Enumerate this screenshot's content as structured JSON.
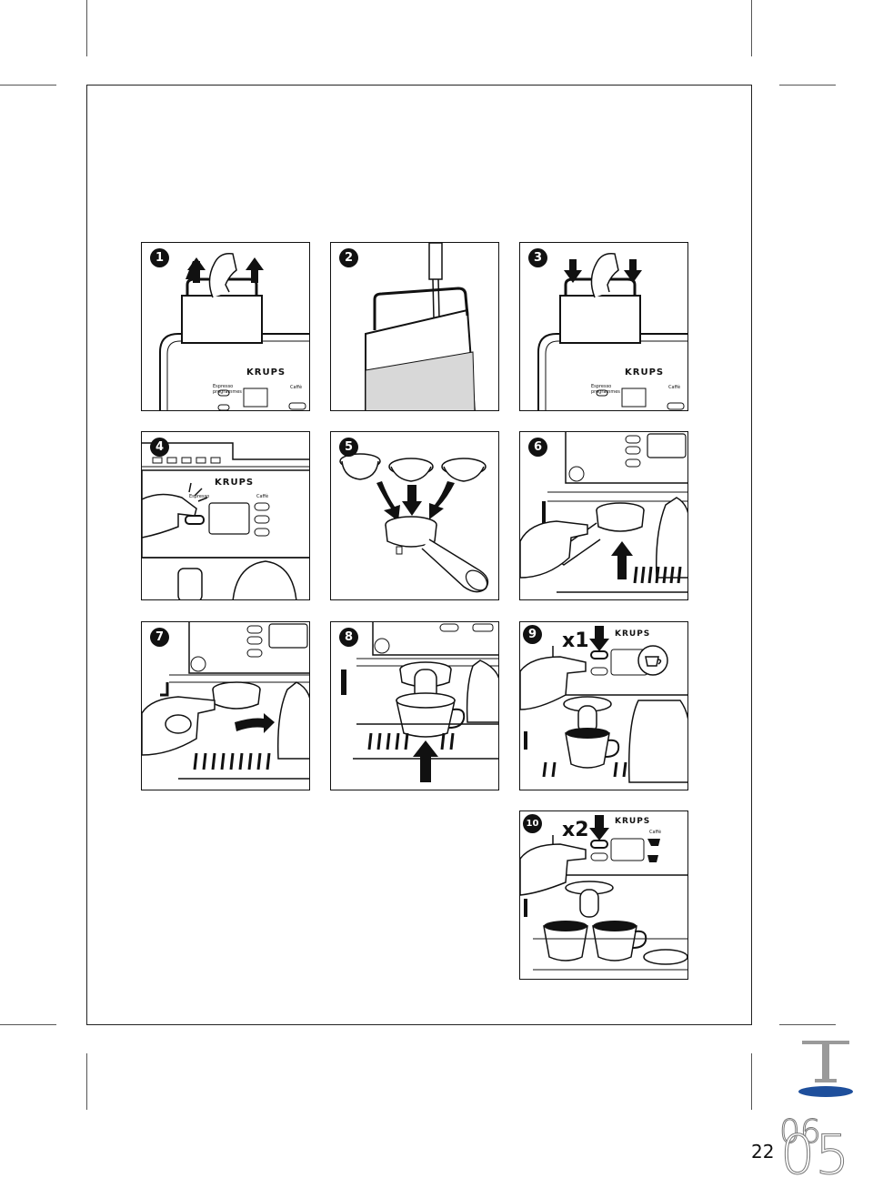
{
  "steps": [
    {
      "number": "1",
      "brand": "KRUPS",
      "btn_left": "Espresso programmes",
      "btn_right": "Caffè"
    },
    {
      "number": "2"
    },
    {
      "number": "3",
      "brand": "KRUPS",
      "btn_left": "Espresso programmes",
      "btn_right": "Caffè"
    },
    {
      "number": "4",
      "brand": "KRUPS",
      "btn_left": "Espresso",
      "btn_right": "Caffè"
    },
    {
      "number": "5"
    },
    {
      "number": "6"
    },
    {
      "number": "7"
    },
    {
      "number": "8"
    },
    {
      "number": "9",
      "brand": "KRUPS",
      "multiplier": "x1"
    },
    {
      "number": "10",
      "brand": "KRUPS",
      "multiplier": "x2",
      "btn_right": "Caffè"
    }
  ],
  "footer": {
    "page_number": "22",
    "year_top": "06",
    "year_bottom": "05",
    "logo_letter": "T"
  },
  "colors": {
    "logo_blue": "#1e4f9c",
    "logo_grey": "#9a9a9a"
  }
}
